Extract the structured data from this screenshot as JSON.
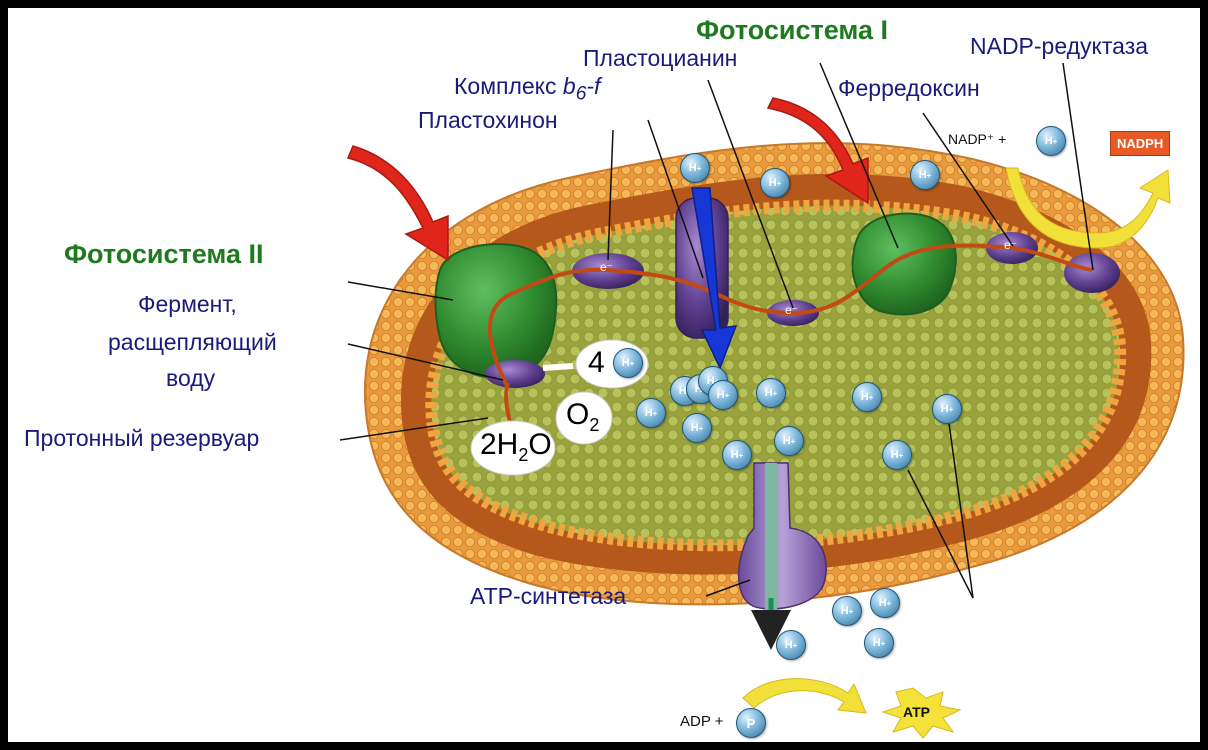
{
  "labels": {
    "photosystem_1": "Фотосистема I",
    "photosystem_2": "Фотосистема II",
    "nadp_reductase": "NADP-редуктаза",
    "plastocyanin": "Пластоцианин",
    "complex_prefix": "Комплекс ",
    "complex_b": "b",
    "complex_sub": "6",
    "complex_suffix": "-f",
    "plastoquinone": "Пластохинон",
    "ferredoxin": "Ферредоксин",
    "enzyme_line1": "Фермент,",
    "enzyme_line2": "расщепляющий",
    "enzyme_line3": "воду",
    "proton_reservoir": "Протонный резервуар",
    "atp_synthase": "ATP-синтетаза"
  },
  "reaction": {
    "nadp_plus": "NADP⁺ + ",
    "nadph": "NADPH",
    "adp_plus": "ADP + ",
    "p": "P",
    "atp": "ATP",
    "four": "4",
    "o2_o": "O",
    "o2_sub": "2",
    "water_pre": "2H",
    "water_sub": "2",
    "water_post": "O",
    "electron": "e⁻"
  },
  "ion": {
    "h": "H",
    "plus": "+"
  },
  "colors": {
    "membrane_orange": "#f0a640",
    "membrane_inner": "#b45a1c",
    "lumen_green": "#a8b24a",
    "photosystem_green": "#2f8a2f",
    "complex_purple": "#6c4a9a",
    "arrow_red": "#e0261b",
    "arrow_blue": "#1736d6",
    "arrow_yellow": "#f2e03a",
    "label_blue": "#1a1a7a",
    "label_green": "#1f7a1f"
  }
}
